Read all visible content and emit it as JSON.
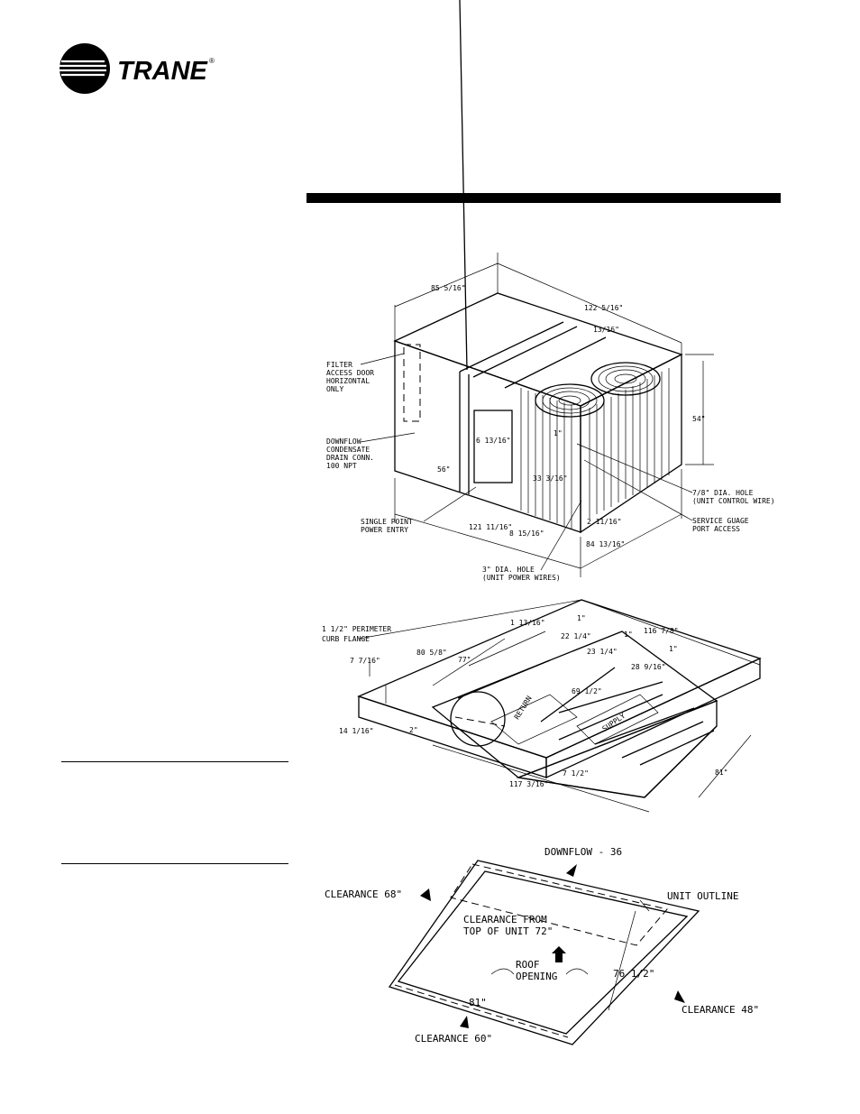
{
  "brand": {
    "name": "TRANE",
    "registered": "®"
  },
  "unit": {
    "dims": {
      "depth_top": "85 5/16\"",
      "length_top": "122 5/16\"",
      "offset_top": "13/16\"",
      "height": "54\"",
      "filter_height": "56\"",
      "drain_offset": "6 13/16\"",
      "power_offset": "33 3/16\"",
      "base_length": "121 11/16\"",
      "hole_height": "8 15/16\"",
      "hole_offset": "2 11/16\"",
      "base_width": "84 13/16\"",
      "one_inch": "1\""
    },
    "callouts": {
      "filter": [
        "FILTER",
        "ACCESS DOOR",
        "HORIZONTAL",
        "ONLY"
      ],
      "downflow": [
        "DOWNFLOW",
        "CONDENSATE",
        "DRAIN CONN.",
        "100 NPT"
      ],
      "single_point": [
        "SINGLE POINT",
        "POWER ENTRY"
      ],
      "control_hole": [
        "7/8\" DIA. HOLE",
        "(UNIT CONTROL WIRE)"
      ],
      "service": [
        "SERVICE GUAGE",
        "PORT ACCESS"
      ],
      "power_hole": [
        "3\" DIA. HOLE",
        "(UNIT POWER WIRES)"
      ]
    }
  },
  "curb": {
    "flange": [
      "1 1/2\" PERIMETER",
      "CURB FLANGE"
    ],
    "dims": {
      "d1": "1 13/16\"",
      "d2": "1\"",
      "d3": "116 7/8\"",
      "d4": "22 1/4\"",
      "d5": "1\"",
      "d6": "80 5/8\"",
      "d7": "23 1/4\"",
      "d8": "1\"",
      "d9": "7 7/16\"",
      "d10": "77\"",
      "d11": "28 9/16\"",
      "d12": "69 1/2\"",
      "d13": "14 1/16\"",
      "d14": "2\"",
      "d15": "7 1/2\"",
      "d16": "117 3/16\"",
      "d17": "81\""
    },
    "return_label": "RETURN",
    "supply_label": "SUPPLY"
  },
  "clearance": {
    "downflow": "DOWNFLOW - 36",
    "left": "CLEARANCE 68\"",
    "unit_outline": "UNIT OUTLINE",
    "top": [
      "CLEARANCE FROM",
      "TOP OF UNIT 72\""
    ],
    "roof": [
      "ROOF",
      "OPENING"
    ],
    "dim_81": "81\"",
    "dim_76": "76 1/2\"",
    "right": "CLEARANCE 48\"",
    "bottom": "CLEARANCE 60\""
  }
}
